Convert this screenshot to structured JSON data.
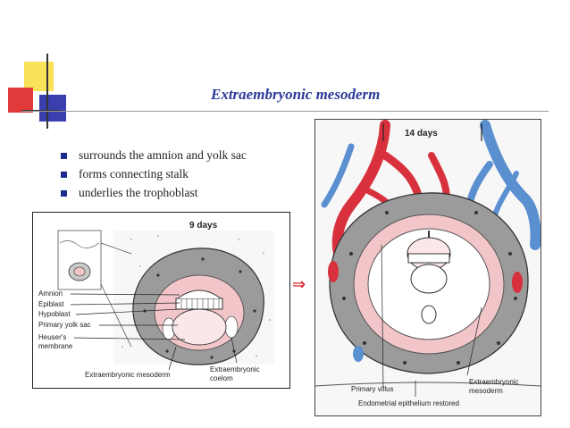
{
  "slide": {
    "title": "Extraembryonic  mesoderm",
    "bullets": [
      "surrounds the amnion and yolk sac",
      "forms connecting stalk",
      "underlies the trophoblast"
    ],
    "arrow_glyph": "⇒"
  },
  "figure_left": {
    "heading": "9 days",
    "labels": {
      "amnion": "Amnion",
      "epiblast": "Epiblast",
      "hypoblast": "Hypoblast",
      "yolk_sac": "Primary yolk sac",
      "heuser_1": "Heuser's",
      "heuser_2": "membrane",
      "mesoderm": "Extraembryonic mesoderm",
      "coelom_1": "Extraembryonic",
      "coelom_2": "coelom"
    }
  },
  "figure_right": {
    "heading": "14 days",
    "labels": {
      "villus": "Primary villus",
      "mesoderm_1": "Extraembryonic",
      "mesoderm_2": "mesoderm",
      "epithelium": "Endometrial epithelium restored"
    }
  },
  "colors": {
    "title": "#2b3a99",
    "bullet": "#1d2a8f",
    "arrow": "#dd1111",
    "vessel_red": "#d8313d",
    "vessel_blue": "#5a8fd0",
    "mesoderm_pink": "#f2c6c9",
    "tissue_gray": "#9b9b9b"
  }
}
